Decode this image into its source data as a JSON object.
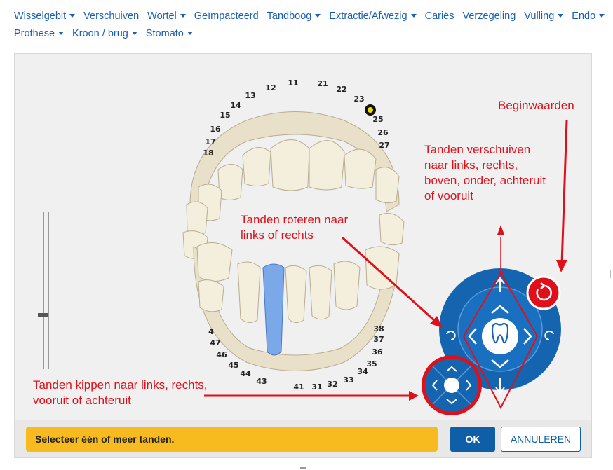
{
  "menu": {
    "row1": [
      {
        "label": "Wisselgebit",
        "dropdown": true
      },
      {
        "label": "Verschuiven",
        "dropdown": false
      },
      {
        "label": "Wortel",
        "dropdown": true
      },
      {
        "label": "Geïmpacteerd",
        "dropdown": false
      },
      {
        "label": "Tandboog",
        "dropdown": true
      },
      {
        "label": "Extractie/Afwezig",
        "dropdown": true
      },
      {
        "label": "Cariës",
        "dropdown": false
      },
      {
        "label": "Verzegeling",
        "dropdown": false
      },
      {
        "label": "Vulling",
        "dropdown": true
      },
      {
        "label": "Endo",
        "dropdown": true
      }
    ],
    "row2": [
      {
        "label": "Prothese",
        "dropdown": true
      },
      {
        "label": "Kroon / brug",
        "dropdown": true
      },
      {
        "label": "Stomato",
        "dropdown": true
      }
    ]
  },
  "upper_numbers": [
    "11",
    "12",
    "13",
    "14",
    "15",
    "16",
    "17",
    "18",
    "21",
    "22",
    "23",
    "25",
    "26",
    "27"
  ],
  "lower_numbers": [
    "41",
    "31",
    "32",
    "33",
    "34",
    "35",
    "36",
    "37",
    "38",
    "43",
    "44",
    "45",
    "46",
    "47",
    "4"
  ],
  "annotations": {
    "reset": "Beginwaarden",
    "move": "Tanden verschuiven naar links, rechts, boven, onder, achteruit of vooruit",
    "rotate": "Tanden roteren naar links of rechts",
    "tilt": "Tanden kippen naar links, rechts, vooruit of achteruit"
  },
  "status_text": "Selecteer één of meer tanden.",
  "ok_label": "OK",
  "cancel_label": "ANNULEREN",
  "colors": {
    "accent": "#0e5ea8",
    "status": "#f8bb1f",
    "annotation": "#e0101a",
    "selected_tooth": "#7aa8e8"
  },
  "icons": [
    "caret-down-icon",
    "tooth-icon",
    "rotate-left-icon",
    "rotate-right-icon",
    "arrow-up-icon",
    "arrow-down-icon",
    "chevron-left-icon",
    "chevron-right-icon",
    "reset-icon"
  ]
}
